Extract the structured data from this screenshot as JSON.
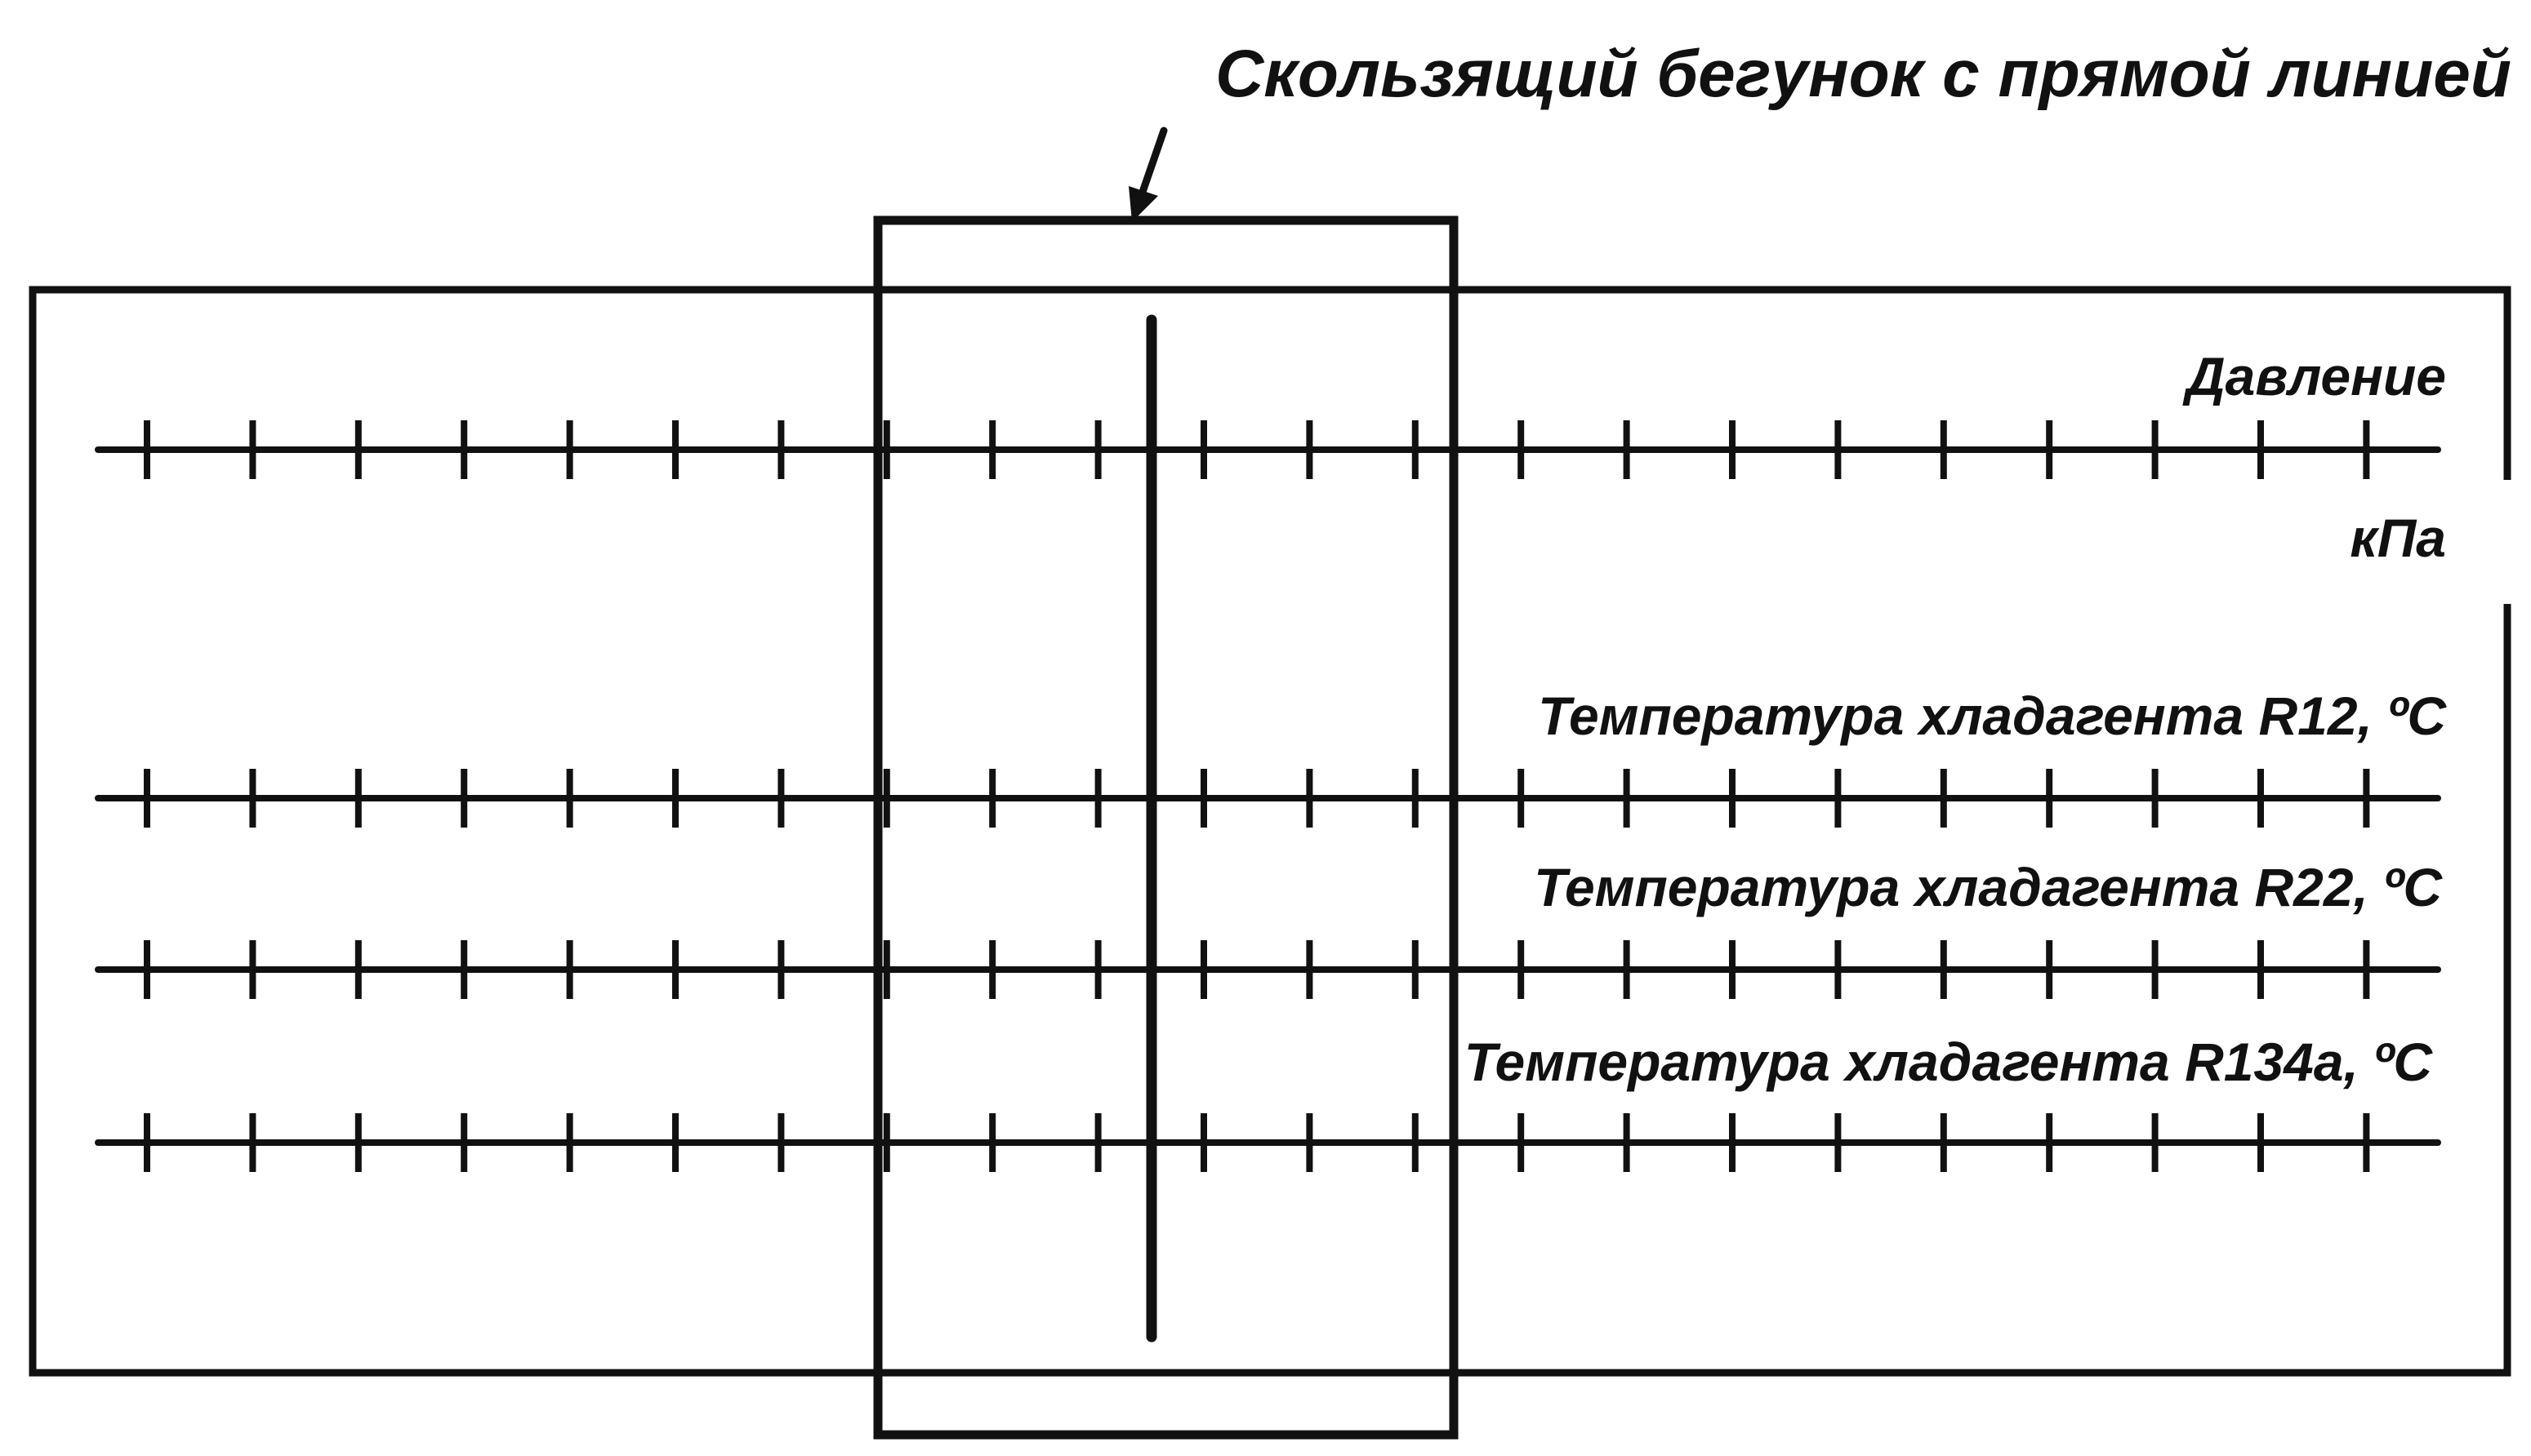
{
  "diagram": {
    "title": "Скользящий бегунок с прямой линией",
    "scales": [
      {
        "id": "pressure",
        "label": "Давление",
        "unit": "кПа"
      },
      {
        "id": "r12",
        "label": "Температура хладагента R12, ºC"
      },
      {
        "id": "r22",
        "label": "Температура хладагента R22,  ºC"
      },
      {
        "id": "r134a",
        "label": "Температура хладагента R134a, ºC"
      }
    ],
    "colors": {
      "ink": "#111111",
      "paper": "#ffffff"
    }
  }
}
